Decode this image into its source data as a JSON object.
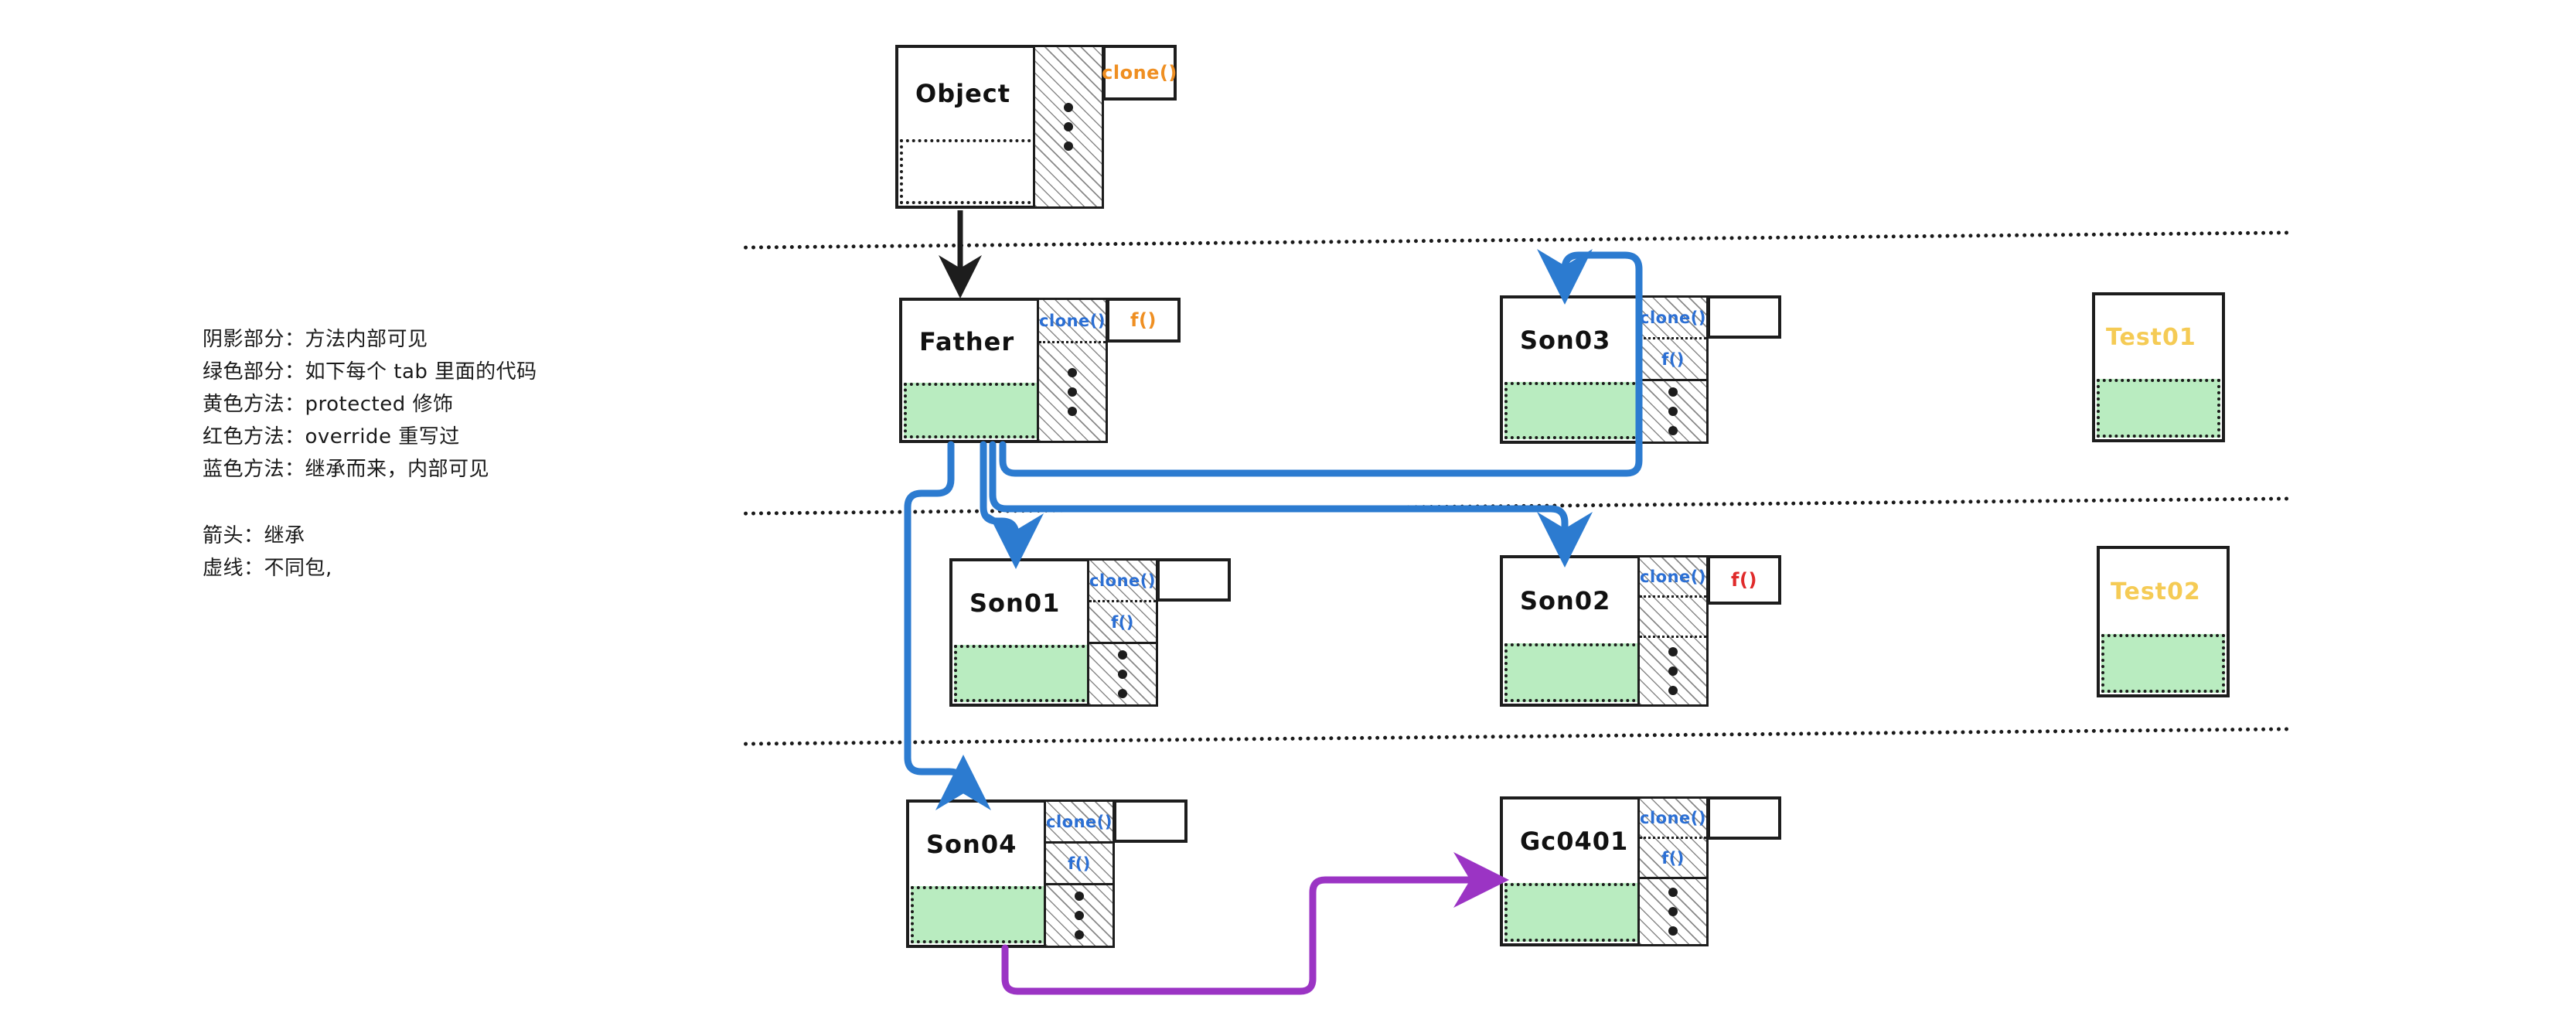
{
  "legend": {
    "group1": [
      "阴影部分：方法内部可见",
      "绿色部分：如下每个 tab 里面的代码",
      "黄色方法：protected 修饰",
      "红色方法：override 重写过",
      "蓝色方法：继承而来，内部可见"
    ],
    "group2": [
      "箭头：继承",
      "虚线：不同包,"
    ]
  },
  "colors": {
    "ink": "#1d1d1d",
    "green_fill": "#b9ecc0",
    "blue_method": "#2b6fd4",
    "orange_method": "#ef8f22",
    "red_method": "#e02b2b",
    "yellow_title": "#f5cb55",
    "blue_arrow": "#2c7bd0",
    "purple_arrow": "#9b34c4"
  },
  "nodes": {
    "object": {
      "title": "Object",
      "methods": [],
      "has_dots": true,
      "body_green": false,
      "ext_label": "clone()",
      "ext_color": "#ef8f22"
    },
    "father": {
      "title": "Father",
      "methods": [
        {
          "label": "clone()",
          "color": "#2b6fd4"
        }
      ],
      "has_dots": true,
      "body_green": true,
      "ext_label": "f()",
      "ext_color": "#ef8f22"
    },
    "son03": {
      "title": "Son03",
      "methods": [
        {
          "label": "clone()",
          "color": "#2b6fd4"
        },
        {
          "label": "f()",
          "color": "#2b6fd4"
        }
      ],
      "has_dots": true,
      "body_green": true,
      "ext_label": "",
      "ext_color": "#1d1d1d"
    },
    "son01": {
      "title": "Son01",
      "methods": [
        {
          "label": "clone()",
          "color": "#2b6fd4"
        },
        {
          "label": "f()",
          "color": "#2b6fd4"
        }
      ],
      "has_dots": true,
      "body_green": true,
      "ext_label": "",
      "ext_color": "#1d1d1d"
    },
    "son02": {
      "title": "Son02",
      "methods": [
        {
          "label": "clone()",
          "color": "#2b6fd4"
        },
        {
          "label": "",
          "color": "#2b6fd4"
        }
      ],
      "has_dots": true,
      "body_green": true,
      "ext_label": "f()",
      "ext_color": "#e02b2b"
    },
    "son04": {
      "title": "Son04",
      "methods": [
        {
          "label": "clone()",
          "color": "#2b6fd4"
        },
        {
          "label": "f()",
          "color": "#2b6fd4"
        }
      ],
      "has_dots": true,
      "body_green": true,
      "ext_label": "",
      "ext_color": "#1d1d1d"
    },
    "gc0401": {
      "title": "Gc0401",
      "methods": [
        {
          "label": "clone()",
          "color": "#2b6fd4"
        },
        {
          "label": "f()",
          "color": "#2b6fd4"
        }
      ],
      "has_dots": true,
      "body_green": true,
      "ext_label": "",
      "ext_color": "#1d1d1d"
    },
    "test01": {
      "title": "Test01",
      "body_green": true
    },
    "test02": {
      "title": "Test02",
      "body_green": true
    }
  },
  "edges": [
    {
      "name": "object-to-father",
      "kind": "inheritance",
      "color": "#1d1d1d"
    },
    {
      "name": "father-to-son03",
      "kind": "inheritance",
      "color": "#2c7bd0"
    },
    {
      "name": "father-to-son01",
      "kind": "inheritance",
      "color": "#2c7bd0"
    },
    {
      "name": "father-to-son02",
      "kind": "inheritance",
      "color": "#2c7bd0"
    },
    {
      "name": "father-to-son04",
      "kind": "inheritance",
      "color": "#2c7bd0"
    },
    {
      "name": "son04-to-gc0401",
      "kind": "association",
      "color": "#9b34c4"
    }
  ]
}
